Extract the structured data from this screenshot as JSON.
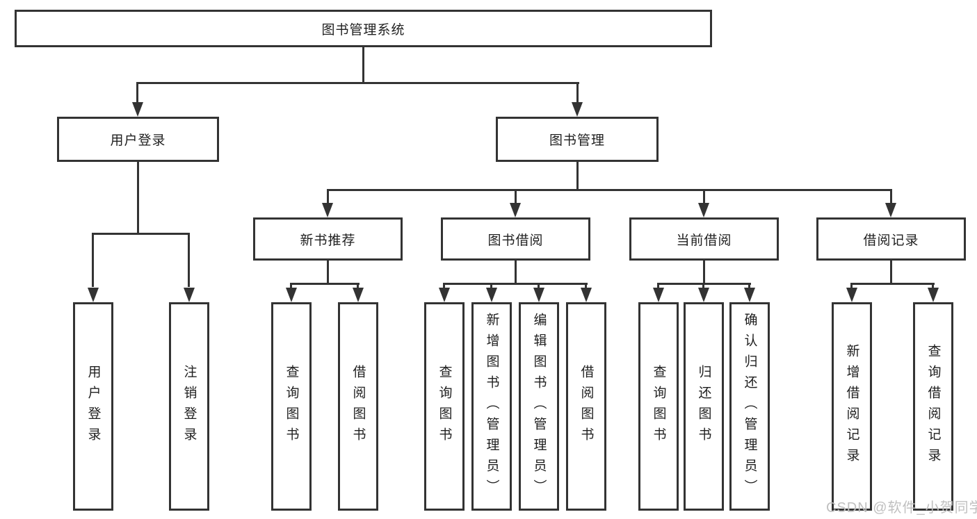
{
  "diagram": {
    "root": {
      "label": "图书管理系统"
    },
    "branches": [
      {
        "label": "用户登录",
        "children": [
          {
            "label": "用户登录"
          },
          {
            "label": "注销登录"
          }
        ]
      },
      {
        "label": "图书管理",
        "children": [
          {
            "label": "新书推荐",
            "children": [
              {
                "label": "查询图书"
              },
              {
                "label": "借阅图书"
              }
            ]
          },
          {
            "label": "图书借阅",
            "children": [
              {
                "label": "查询图书"
              },
              {
                "label": "新增图书（管理员）"
              },
              {
                "label": "编辑图书（管理员）"
              },
              {
                "label": "借阅图书"
              }
            ]
          },
          {
            "label": "当前借阅",
            "children": [
              {
                "label": "查询图书"
              },
              {
                "label": "归还图书"
              },
              {
                "label": "确认归还（管理员）"
              }
            ]
          },
          {
            "label": "借阅记录",
            "children": [
              {
                "label": "新增借阅记录"
              },
              {
                "label": "查询借阅记录"
              }
            ]
          }
        ]
      }
    ],
    "watermark": "CSDN @软件_小贺同学",
    "colors": {
      "line": "#333333",
      "text": "#1f1f1f",
      "watermark": "#c0c0c0",
      "background": "#ffffff"
    }
  }
}
